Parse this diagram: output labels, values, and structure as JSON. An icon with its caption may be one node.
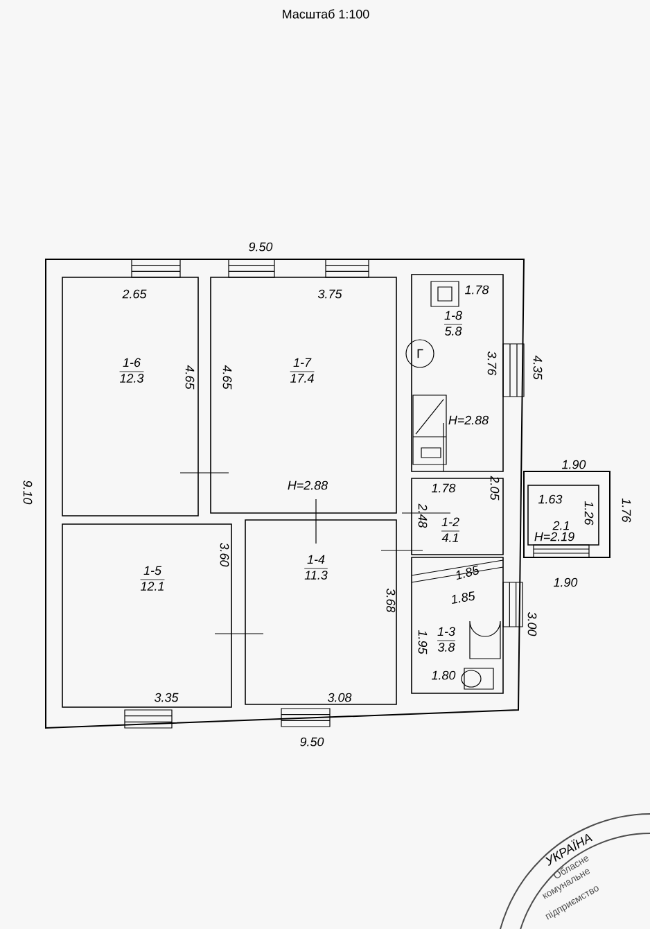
{
  "diagram": {
    "title": "Масштаб 1:100",
    "nodes": [
      {
        "text": [],
        "shape": "box"
      },
      {
        "text": [
          "1-6",
          "12.3"
        ],
        "in": 0
      },
      {
        "text": [
          "1-7",
          "17.4"
        ],
        "in": 0
      },
      {
        "text": [
          "1-8",
          "5.8"
        ],
        "in": 0
      },
      {
        "text": [
          "1-2",
          "4.1"
        ],
        "in": 0
      },
      {
        "text": [
          "2.1"
        ],
        "beside": [
          "1.90"
        ]
      },
      {
        "text": [
          "1-5",
          "12.1"
        ],
        "in": 0
      },
      {
        "text": [
          "1-4",
          "11.3"
        ],
        "in": 0
      },
      {
        "text": [
          "1-3",
          "3.8"
        ],
        "in": 0
      }
    ],
    "edges": [],
    "labels": [
      "9.50",
      "2.65",
      "3.75",
      "1.78",
      "4.65",
      "4.65",
      "3.76",
      "4.35",
      "Г",
      "H=2.88",
      "H=2.88",
      "9.10",
      "2.48",
      "1.78",
      "2.05",
      "1.63",
      "1.26",
      "1.76",
      "H=2.19",
      "3.60",
      "3.68",
      "1.85",
      "1.90",
      "1.85",
      "1.95",
      "3.00",
      "1.80",
      "3.35",
      "3.08",
      "9.50",
      "УКРАЇНА",
      "Обласне",
      "комунальне",
      "підприємство"
    ]
  }
}
